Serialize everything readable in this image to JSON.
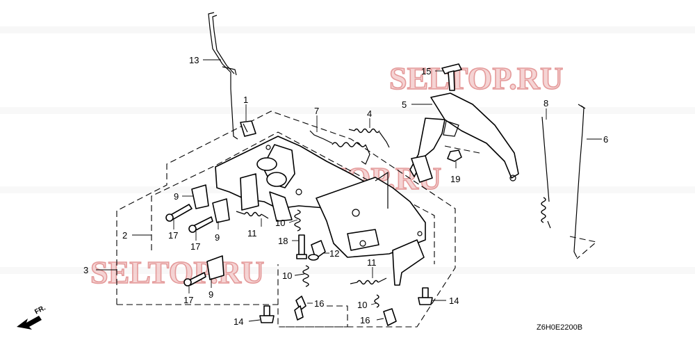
{
  "diagram": {
    "watermarks": [
      "SELTOP.RU",
      "SELTOP.RU",
      "SELTOP.RU"
    ],
    "part_code": "Z6H0E2200B",
    "direction_label": "FR.",
    "callouts": [
      "13",
      "1",
      "7",
      "4",
      "15",
      "5",
      "8",
      "6",
      "9",
      "9",
      "9",
      "2",
      "3",
      "17",
      "17",
      "17",
      "10",
      "11",
      "18",
      "12",
      "10",
      "11",
      "16",
      "10",
      "16",
      "14",
      "14",
      "19"
    ]
  }
}
